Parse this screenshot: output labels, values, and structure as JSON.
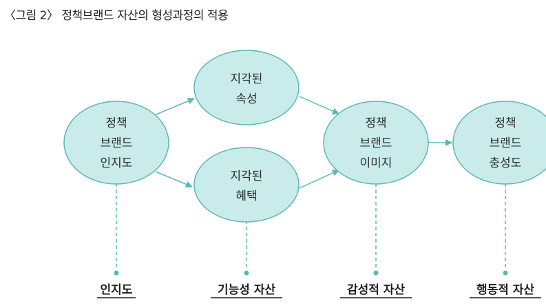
{
  "figure": {
    "title": "〈그림 2〉 정책브랜드 자산의 형성과정의 적용"
  },
  "colors": {
    "node_fill": "#c9ebea",
    "node_stroke": "#5ab6b8",
    "arrow": "#5ab6b8",
    "dashed_line": "#5ab6b8",
    "text": "#2a2a2a"
  },
  "nodes": {
    "awareness": {
      "lines": [
        "정책",
        "브랜드",
        "인지도"
      ]
    },
    "perceived_attributes": {
      "lines": [
        "지각된",
        "속성"
      ]
    },
    "perceived_benefits": {
      "lines": [
        "지각된",
        "혜택"
      ]
    },
    "brand_image": {
      "lines": [
        "정책",
        "브랜드",
        "이미지"
      ]
    },
    "brand_loyalty": {
      "lines": [
        "정책",
        "브랜드",
        "충성도"
      ]
    }
  },
  "asset_labels": {
    "awareness": "인지도",
    "functional": "기능성 자산",
    "emotional": "감성적 자산",
    "behavioral": "행동적 자산"
  }
}
